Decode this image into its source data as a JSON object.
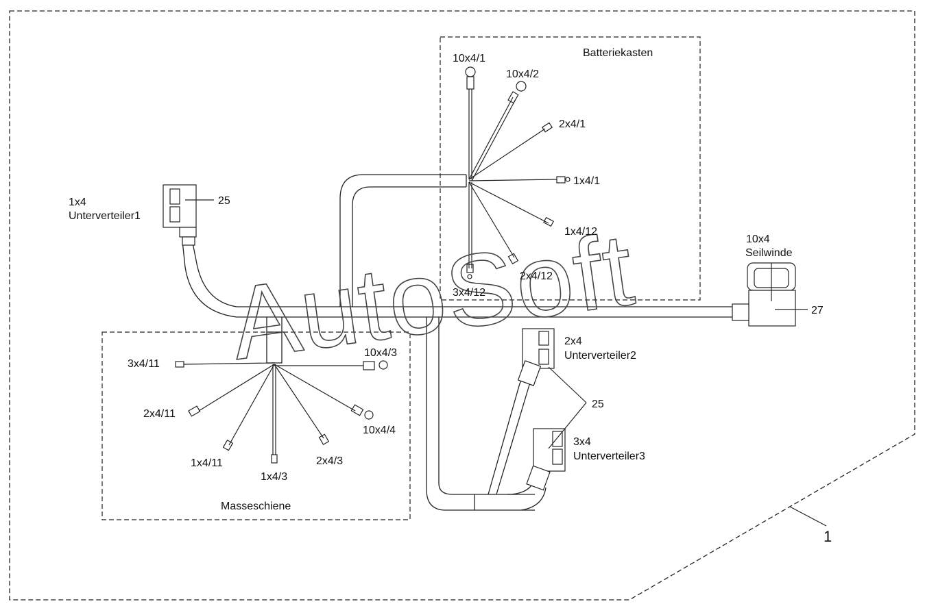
{
  "diagram": {
    "watermark": "AutoSoft",
    "assembly_ref": "1",
    "groups": {
      "battery_box": "Batteriekasten",
      "ground_bar": "Masseschiene"
    },
    "connectors": {
      "sub1": {
        "code": "1x4",
        "name": "Unterverteiler1",
        "ref": "25"
      },
      "sub2": {
        "code": "2x4",
        "name": "Unterverteiler2"
      },
      "sub3": {
        "code": "3x4",
        "name": "Unterverteiler3"
      },
      "sub23_ref": "25",
      "winch": {
        "code": "10x4",
        "name": "Seilwinde",
        "ref": "27"
      }
    },
    "battery_terminals": [
      "10x4/1",
      "10x4/2",
      "2x4/1",
      "1x4/1",
      "1x4/12",
      "2x4/12",
      "3x4/12"
    ],
    "ground_terminals": [
      "3x4/11",
      "10x4/3",
      "2x4/11",
      "10x4/4",
      "1x4/11",
      "1x4/3",
      "2x4/3"
    ]
  }
}
